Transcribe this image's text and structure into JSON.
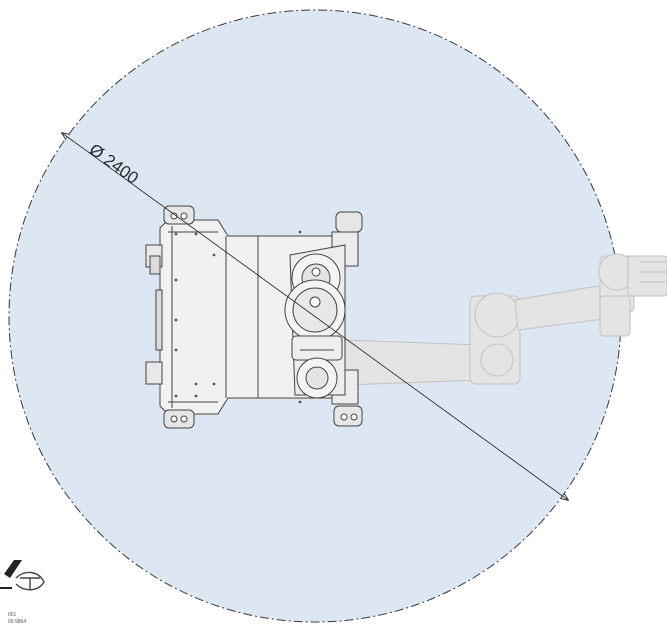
{
  "diagram": {
    "dimension_label": "Ø 2400",
    "reach_fill_color": "#dde7f4",
    "reach_outline_color": "#3a3a3a",
    "robot_line_color": "#444444",
    "arm_ghost_color": "#c8c8c8"
  },
  "logo": {
    "icon": "certification-seal-icon",
    "line1": "001",
    "line2": "00 9864"
  }
}
